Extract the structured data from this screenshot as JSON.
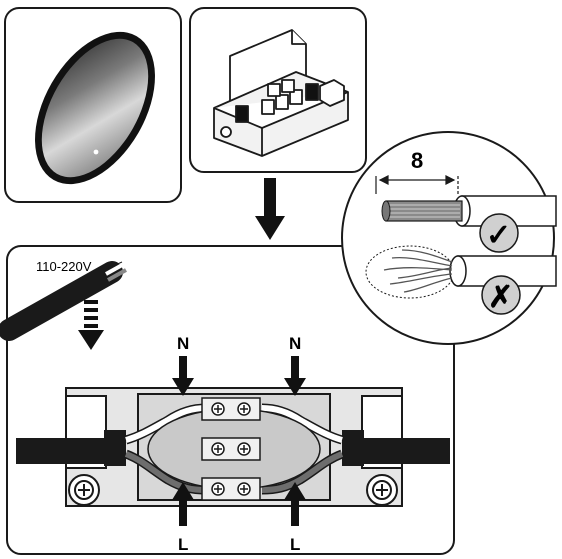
{
  "supply_label": "110-220V",
  "strip_length": "8",
  "wire_labels": {
    "neutral_left": "N",
    "neutral_right": "N",
    "live_left": "L",
    "live_right": "L"
  },
  "check_mark": "✓",
  "cross_mark": "✗",
  "colors": {
    "stroke": "#1a1a1a",
    "panel_bg": "#ffffff",
    "box_fill": "#e9e9e9",
    "live_wire": "#6d6d6d",
    "neutral_wire": "#ffffff",
    "cable": "#222222",
    "mark_circle": "#d0d0d0"
  },
  "icons": {
    "mirror": "round-mirror-icon",
    "junction_box": "junction-box-icon",
    "arrow": "down-arrow-icon",
    "screw": "screw-icon"
  }
}
